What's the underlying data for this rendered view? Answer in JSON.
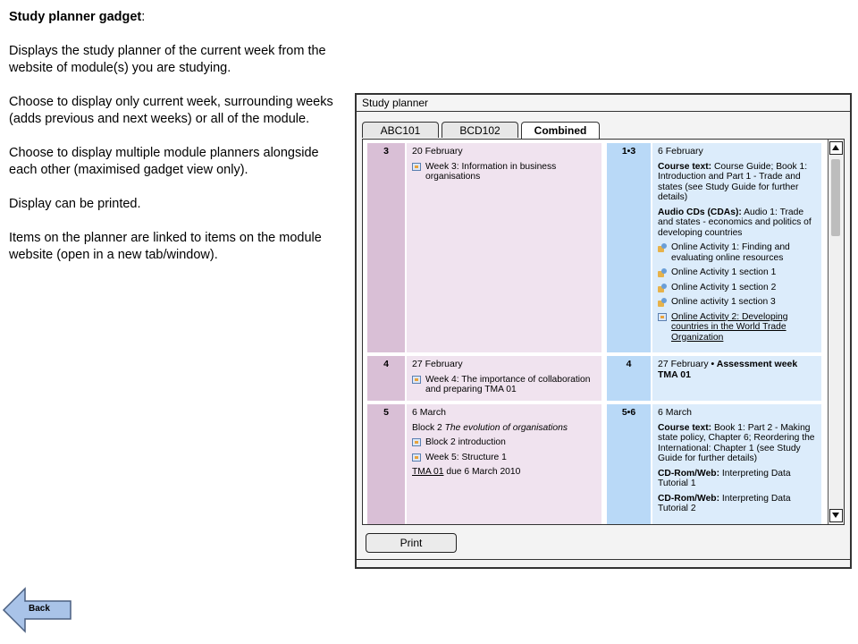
{
  "description": {
    "title": "Study planner gadget",
    "title_suffix": ":",
    "p1": "Displays the study planner of the current week from the website of module(s) you are studying.",
    "p2": "Choose to display only current week, surrounding weeks (adds previous and next weeks) or all of the module.",
    "p3": "Choose to display multiple module planners alongside each other (maximised gadget view only).",
    "p4": "Display can be printed.",
    "p5": "Items on the planner are linked to items on the module website (open in a new tab/window)."
  },
  "window": {
    "title": "Study planner",
    "tabs": [
      "ABC101",
      "BCD102",
      "Combined"
    ],
    "print_label": "Print"
  },
  "rows": [
    {
      "left_num": "3",
      "left_date": "20 February",
      "left_items": [
        "Week 3: Information in business organisations"
      ],
      "right_num": "1•3",
      "right_date": "6 February",
      "course_text_label": "Course text:",
      "course_text": " Course Guide; Book 1: Introduction and Part 1 - Trade and states (see Study Guide for further details)",
      "audio_label": "Audio CDs (CDAs):",
      "audio_text": " Audio 1: Trade and states - economics and politics of developing countries",
      "activities": [
        "Online Activity 1: Finding and evaluating online resources",
        "Online Activity 1 section 1",
        "Online Activity 1 section 2",
        "Online activity 1 section 3"
      ],
      "link_item": "Online Activity 2: Developing countries in the World Trade Organization"
    },
    {
      "left_num": "4",
      "left_date": "27 February",
      "left_items": [
        "Week 4: The importance of collaboration and preparing TMA 01"
      ],
      "right_num": "4",
      "right_date": "27 February",
      "right_bullet": " • ",
      "right_bold": "Assessment week TMA 01"
    },
    {
      "left_num": "5",
      "left_date": "6 March",
      "block_prefix": "Block 2 ",
      "block_title": "The evolution of organisations",
      "left_items": [
        "Block 2 introduction",
        "Week 5: Structure 1"
      ],
      "tma_link": "TMA 01",
      "tma_text": " due 6 March 2010",
      "right_num": "5•6",
      "right_date": "6 March",
      "course_text_label": "Course text:",
      "course_text": " Book 1: Part 2 - Making state policy, Chapter 6; Reordering the International: Chapter 1 (see Study Guide for further details)",
      "cd1_label": "CD-Rom/Web:",
      "cd1_text": " Interpreting Data Tutorial 1",
      "cd2_label": "CD-Rom/Web:",
      "cd2_text": " Interpreting Data Tutorial 2"
    }
  ],
  "back": {
    "label": "Back"
  },
  "colors": {
    "pink_dark": "#d9bfd6",
    "pink": "#f0e3ef",
    "blue_dark": "#b9d9f7",
    "blue": "#dcecfb"
  }
}
